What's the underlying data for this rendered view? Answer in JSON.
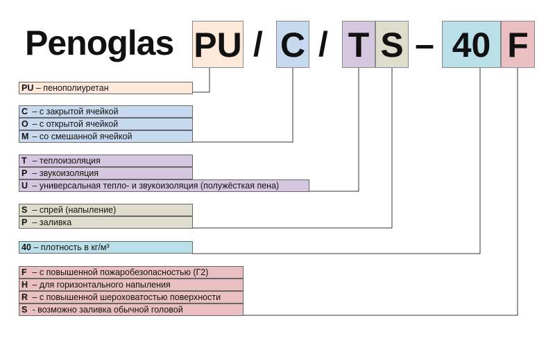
{
  "brand": "Penoglas",
  "separators": {
    "slash1": "/",
    "slash2": "/",
    "dash": "–"
  },
  "segments": {
    "pu": "PU",
    "c": "C",
    "t": "T",
    "s": "S",
    "n40": "40",
    "f": "F"
  },
  "colors": {
    "pu": "#fde8d9",
    "c": "#c6d9ef",
    "t": "#d4c7df",
    "s": "#dedccb",
    "n40": "#b9e0e8",
    "f": "#e9bfc2"
  },
  "groups": {
    "material": [
      {
        "code": "PU",
        "text": " – пенополиуретан"
      }
    ],
    "cell": [
      {
        "code": "C",
        "text": "  – с закрытой ячейкой"
      },
      {
        "code": "O",
        "text": "  – с открытой ячейкой"
      },
      {
        "code": "M",
        "text": " – со смешанной ячейкой"
      }
    ],
    "purpose": [
      {
        "code": "T",
        "text": "  – теплоизоляция"
      },
      {
        "code": "P",
        "text": "  – звукоизоляция"
      },
      {
        "code": "U",
        "text": "  – универсальная тепло- и звукоизоляция (полужёсткая пена)"
      }
    ],
    "method": [
      {
        "code": "S",
        "text": " – спрей (напыление)"
      },
      {
        "code": "P",
        "text": " – заливка"
      }
    ],
    "density": [
      {
        "code": "40",
        "text": " – плотность в кг/м³"
      }
    ],
    "special": [
      {
        "code": "F",
        "text": "  – с повышенной пожаробезопасностью (Г2)"
      },
      {
        "code": "H",
        "text": "  – для горизонтального напыления"
      },
      {
        "code": "R",
        "text": "  – с повышенной шероховатостью поверхности"
      },
      {
        "code": "S",
        "text": "  - возможно заливка обычной головой"
      }
    ]
  }
}
